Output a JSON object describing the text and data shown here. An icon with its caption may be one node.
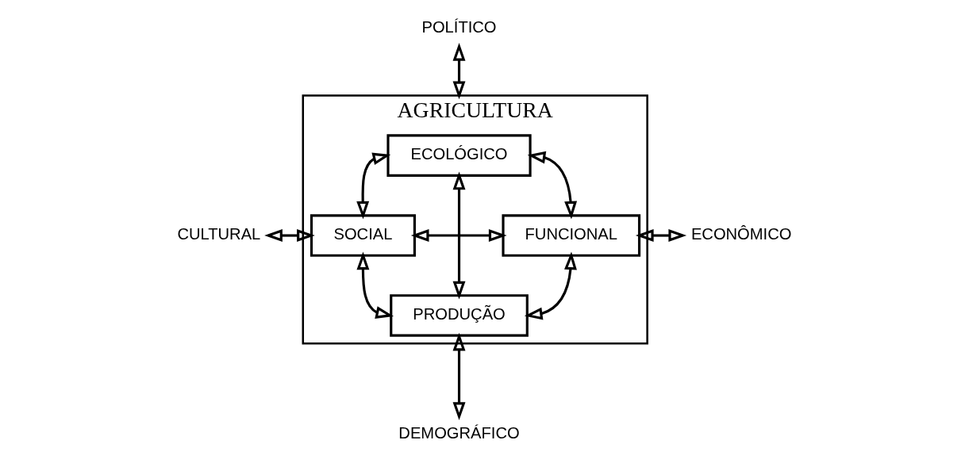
{
  "diagram": {
    "nodes": [
      {
        "text": [
          "POLÍTICO"
        ]
      },
      {
        "text": [
          "AGRICULTURA"
        ]
      },
      {
        "text": [
          "ECOLÓGICO"
        ],
        "in": 1
      },
      {
        "text": [
          "SOCIAL"
        ],
        "in": 1
      },
      {
        "text": [
          "FUNCIONAL"
        ],
        "in": 1
      },
      {
        "text": [
          "PRODUÇÃO"
        ],
        "in": 1
      },
      {
        "text": [
          "CULTURAL"
        ]
      },
      {
        "text": [
          "ECONÔMICO"
        ]
      },
      {
        "text": [
          "DEMOGRÁFICO"
        ]
      }
    ],
    "edges": [
      {
        "from": 0,
        "to": 1,
        "arrow": "both"
      },
      {
        "from": 6,
        "to": 3,
        "arrow": "both"
      },
      {
        "from": 4,
        "to": 7,
        "arrow": "both"
      },
      {
        "from": 3,
        "to": 2,
        "arrow": "both"
      },
      {
        "from": 2,
        "to": 4,
        "arrow": "both"
      },
      {
        "from": 3,
        "to": 4,
        "arrow": "both"
      },
      {
        "from": 2,
        "to": 5,
        "arrow": "both"
      },
      {
        "from": 3,
        "to": 5,
        "arrow": "both"
      },
      {
        "from": 5,
        "to": 4,
        "arrow": "both"
      },
      {
        "from": 5,
        "to": 8,
        "arrow": "both"
      }
    ]
  }
}
